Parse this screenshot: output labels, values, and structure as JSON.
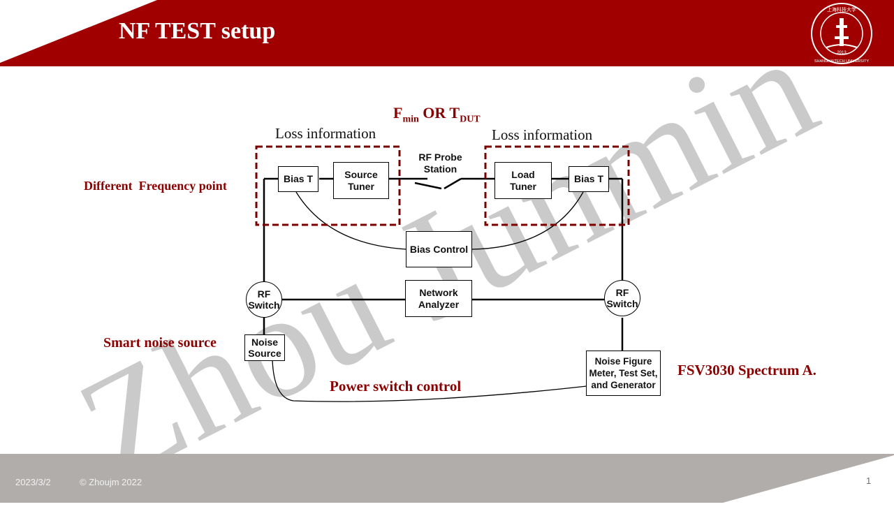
{
  "slide": {
    "title": "NF TEST setup",
    "logo_text": "SHANGHAITECH UNIVERSITY",
    "logo_year": "2013",
    "logo_chinese": "上海科技大学",
    "watermark": "Zhou Junmin"
  },
  "annotations": {
    "fmin_main": "F",
    "fmin_sub": "min",
    "or_text": " OR T",
    "tdut_sub": "DUT",
    "loss_left": "Loss information",
    "loss_right": "Loss information",
    "freq_point": "Different  Frequency point",
    "smart_noise": "Smart noise source",
    "fsv": "FSV3030 Spectrum A.",
    "power_switch": "Power switch control"
  },
  "diagram": {
    "bias_t_left": "Bias T",
    "source_tuner_line1": "Source",
    "source_tuner_line2": "Tuner",
    "probe_line1": "RF Probe",
    "probe_line2": "Station",
    "load_tuner_line1": "Load",
    "load_tuner_line2": "Tuner",
    "bias_t_right": "Bias T",
    "bias_control": "Bias Control",
    "rf_switch_left_line1": "RF",
    "rf_switch_left_line2": "Switch",
    "network_analyzer_line1": "Network",
    "network_analyzer_line2": "Analyzer",
    "rf_switch_right_line1": "RF",
    "rf_switch_right_line2": "Switch",
    "noise_source_line1": "Noise",
    "noise_source_line2": "Source",
    "nfm_line1": "Noise Figure",
    "nfm_line2": "Meter, Test Set,",
    "nfm_line3": "and Generator"
  },
  "footer": {
    "date": "2023/3/2",
    "copyright": "© Zhoujm 2022",
    "page": "1"
  },
  "colors": {
    "header": "#a00000",
    "accent_text": "#8b0000",
    "footer": "#b0adab",
    "dashed_box": "#7a0000"
  }
}
